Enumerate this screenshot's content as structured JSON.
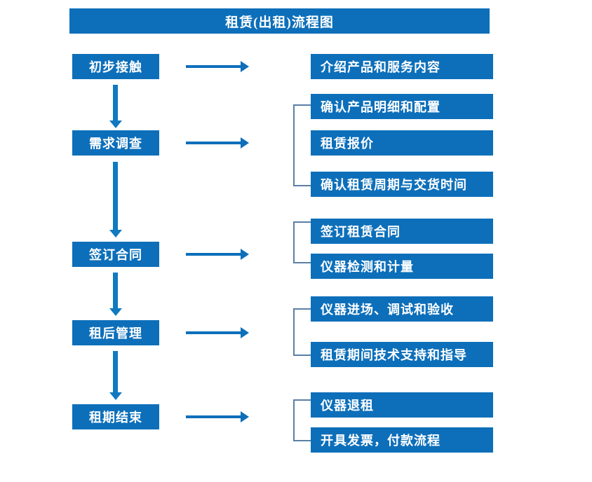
{
  "diagram": {
    "title": "租赁(出租)流程图",
    "colors": {
      "box_fill": "#0d6fba",
      "box_text": "#ffffff",
      "arrow": "#0d6fba",
      "bracket": "#5b7fa6",
      "background": "#ffffff"
    },
    "stages": [
      {
        "label": "初步接触"
      },
      {
        "label": "需求调查"
      },
      {
        "label": "签订合同"
      },
      {
        "label": "租后管理"
      },
      {
        "label": "租期结束"
      }
    ],
    "details": [
      {
        "label": "介绍产品和服务内容"
      },
      {
        "label": "确认产品明细和配置"
      },
      {
        "label": "租赁报价"
      },
      {
        "label": "确认租赁周期与交货时间"
      },
      {
        "label": "签订租赁合同"
      },
      {
        "label": "仪器检测和计量"
      },
      {
        "label": "仪器进场、调试和验收"
      },
      {
        "label": "租赁期间技术支持和指导"
      },
      {
        "label": "仪器退租"
      },
      {
        "label": "开具发票，付款流程"
      }
    ],
    "connectors": {
      "stage_to_detail": "horizontal-arrow",
      "stage_to_stage": "vertical-arrow",
      "detail_group": "bracket"
    }
  }
}
